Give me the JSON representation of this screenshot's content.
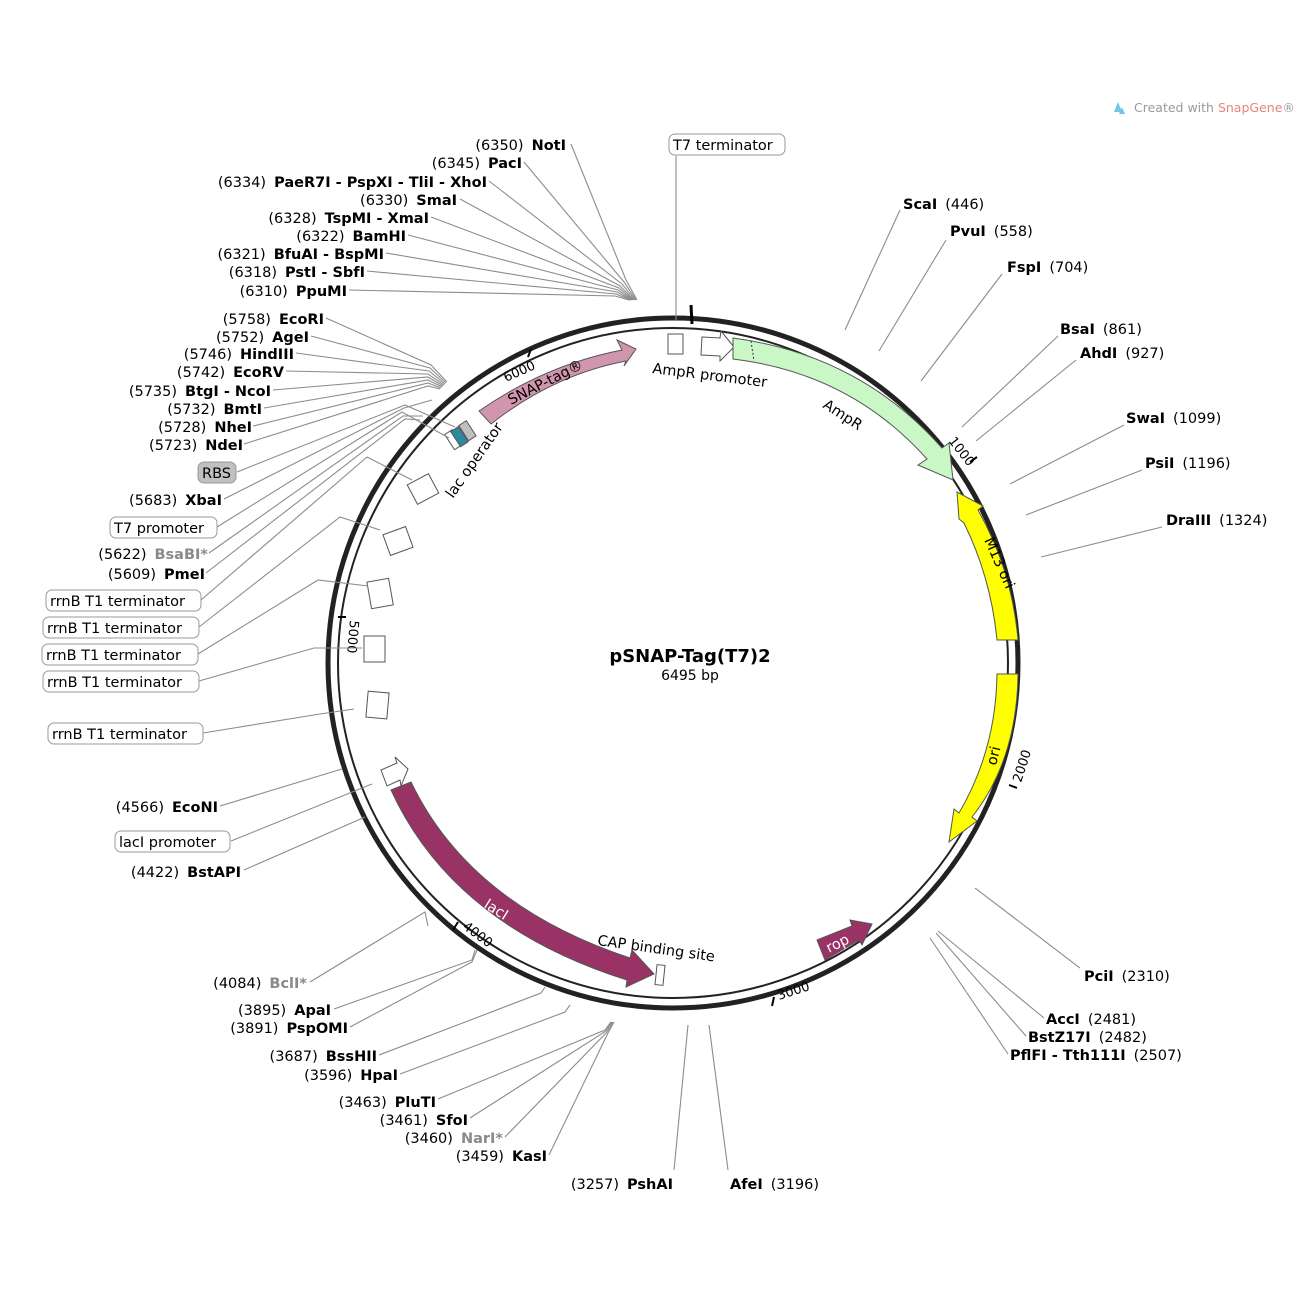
{
  "plasmid": {
    "name": "pSNAP-Tag(T7)2",
    "length_label": "6495 bp"
  },
  "watermark": {
    "prefix": "Created with ",
    "brand": "SnapGene",
    "suffix": "®",
    "brand_color": "#e3867d"
  },
  "ticks": [
    "1000",
    "2000",
    "3000",
    "4000",
    "5000",
    "6000"
  ],
  "features": {
    "snap_tag": "SNAP-tag®",
    "ampr": "AmpR",
    "ampr_promoter": "AmpR promoter",
    "m13_ori": "M13 ori",
    "ori": "ori",
    "rop": "rop",
    "laci": "lacI",
    "cap_site": "CAP binding site",
    "lac_operator": "lac operator",
    "t7_terminator": "T7 terminator",
    "rbs": "RBS",
    "t7_promoter": "T7 promoter",
    "rrnb_t1": "rrnB T1 terminator",
    "laci_promoter": "lacI promoter"
  },
  "colors": {
    "snap_tag": "#d196ad",
    "ampr": "#c9f7c6",
    "ori": "#ffff00",
    "laci": "#993366",
    "rop": "#993366",
    "lac_operator": "#2e8a9e",
    "rbs_box": "#c0c0c0"
  },
  "sites": {
    "noti": {
      "name": "NotI",
      "pos": "(6350)"
    },
    "paci": {
      "name": "PacI",
      "pos": "(6345)"
    },
    "paer7i": {
      "name": "PaeR7I - PspXI - TliI - XhoI",
      "pos": "(6334)"
    },
    "smai": {
      "name": "SmaI",
      "pos": "(6330)"
    },
    "tspmi": {
      "name": "TspMI - XmaI",
      "pos": "(6328)"
    },
    "bamhi": {
      "name": "BamHI",
      "pos": "(6322)"
    },
    "bfuai": {
      "name": "BfuAI - BspMI",
      "pos": "(6321)"
    },
    "psti": {
      "name": "PstI - SbfI",
      "pos": "(6318)"
    },
    "ppumi": {
      "name": "PpuMI",
      "pos": "(6310)"
    },
    "ecori": {
      "name": "EcoRI",
      "pos": "(5758)"
    },
    "agei": {
      "name": "AgeI",
      "pos": "(5752)"
    },
    "hindiii": {
      "name": "HindIII",
      "pos": "(5746)"
    },
    "ecorv": {
      "name": "EcoRV",
      "pos": "(5742)"
    },
    "btgi": {
      "name": "BtgI - NcoI",
      "pos": "(5735)"
    },
    "bmti": {
      "name": "BmtI",
      "pos": "(5732)"
    },
    "nhei": {
      "name": "NheI",
      "pos": "(5728)"
    },
    "ndei": {
      "name": "NdeI",
      "pos": "(5723)"
    },
    "xbai": {
      "name": "XbaI",
      "pos": "(5683)"
    },
    "bsabi": {
      "name": "BsaBI*",
      "pos": "(5622)"
    },
    "pmei": {
      "name": "PmeI",
      "pos": "(5609)"
    },
    "econi": {
      "name": "EcoNI",
      "pos": "(4566)"
    },
    "bstapi": {
      "name": "BstAPI",
      "pos": "(4422)"
    },
    "bcli": {
      "name": "BclI*",
      "pos": "(4084)"
    },
    "apai": {
      "name": "ApaI",
      "pos": "(3895)"
    },
    "pspomi": {
      "name": "PspOMI",
      "pos": "(3891)"
    },
    "bsshii": {
      "name": "BssHII",
      "pos": "(3687)"
    },
    "hpai": {
      "name": "HpaI",
      "pos": "(3596)"
    },
    "pluti": {
      "name": "PluTI",
      "pos": "(3463)"
    },
    "sfoi": {
      "name": "SfoI",
      "pos": "(3461)"
    },
    "nari": {
      "name": "NarI*",
      "pos": "(3460)"
    },
    "kasi": {
      "name": "KasI",
      "pos": "(3459)"
    },
    "pshai": {
      "name": "PshAI",
      "pos": "(3257)"
    },
    "afei": {
      "name": "AfeI",
      "pos": "(3196)"
    },
    "scai": {
      "name": "ScaI",
      "pos": "(446)"
    },
    "pvui": {
      "name": "PvuI",
      "pos": "(558)"
    },
    "fspi": {
      "name": "FspI",
      "pos": "(704)"
    },
    "bsai": {
      "name": "BsaI",
      "pos": "(861)"
    },
    "ahdi": {
      "name": "AhdI",
      "pos": "(927)"
    },
    "swai": {
      "name": "SwaI",
      "pos": "(1099)"
    },
    "psii": {
      "name": "PsiI",
      "pos": "(1196)"
    },
    "draiii": {
      "name": "DraIII",
      "pos": "(1324)"
    },
    "pcii": {
      "name": "PciI",
      "pos": "(2310)"
    },
    "acci": {
      "name": "AccI",
      "pos": "(2481)"
    },
    "bstz17i": {
      "name": "BstZ17I",
      "pos": "(2482)"
    },
    "pflfi": {
      "name": "PflFI - Tth111I",
      "pos": "(2507)"
    }
  }
}
